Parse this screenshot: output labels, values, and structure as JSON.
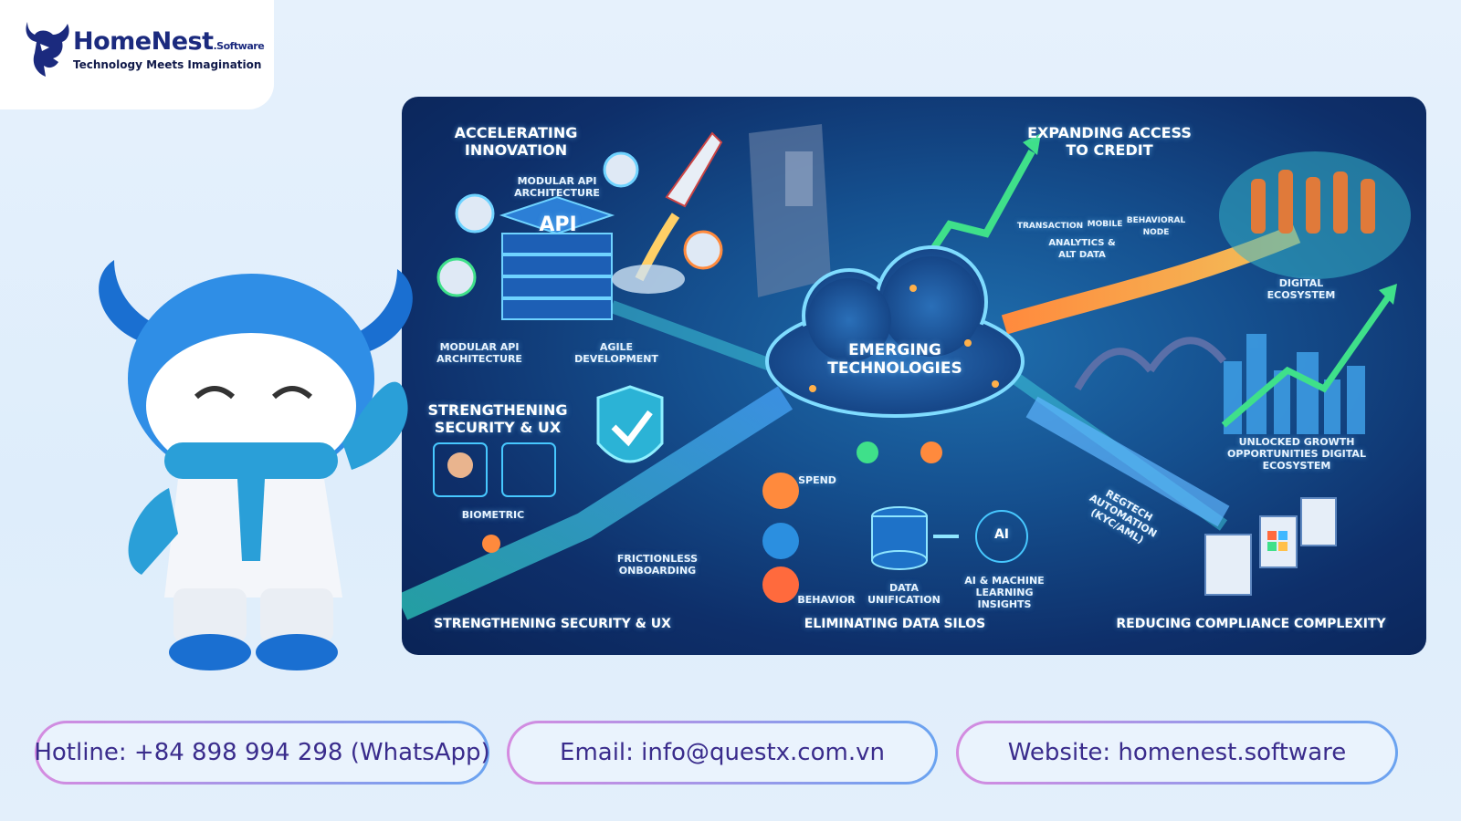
{
  "logo": {
    "name": "HomeNest",
    "suffix": ".Software",
    "tagline": "Technology Meets Imagination"
  },
  "infographic": {
    "sections": {
      "accelerating_innovation": "ACCELERATING INNOVATION",
      "expanding_access": "EXPANDING ACCESS TO CREDIT",
      "strengthening_security": "STRENGTHENING SECURITY & UX",
      "emerging_tech": "EMERGING TECHNOLOGIES"
    },
    "labels": {
      "modular_api_top": "MODULAR API ARCHITECTURE",
      "api": "API",
      "modular_api_bottom": "MODULAR API ARCHITECTURE",
      "agile": "AGILE DEVELOPMENT",
      "transaction": "TRANSACTION",
      "mobile": "MOBILE",
      "behavioral_node": "BEHAVIORAL NODE",
      "analytics": "ANALYTICS & ALT DATA",
      "digital_ecosystem": "DIGITAL ECOSYSTEM",
      "unlocked_growth": "UNLOCKED GROWTH OPPORTUNITIES DIGITAL ECOSYSTEM",
      "biometric": "BIOMETRIC",
      "frictionless": "FRICTIONLESS ONBOARDING",
      "spend": "SPEND",
      "behavior": "BEHAVIOR",
      "data_unification": "DATA UNIFICATION",
      "ai": "AI",
      "ai_ml": "AI & MACHINE LEARNING INSIGHTS",
      "regtech": "REGTECH AUTOMATION (KYC/AML)"
    },
    "footer": {
      "left": "STRENGTHENING SECURITY & UX",
      "center": "ELIMINATING DATA SILOS",
      "right": "REDUCING COMPLIANCE COMPLEXITY"
    }
  },
  "contacts": {
    "hotline": "Hotline: +84 898 994 298 (WhatsApp)",
    "email": "Email: info@questx.com.vn",
    "website": "Website: homenest.software"
  },
  "colors": {
    "brand": "#1b2a7e",
    "contact_text": "#3a2c8c",
    "panel_dark": "#0e2f6a"
  }
}
